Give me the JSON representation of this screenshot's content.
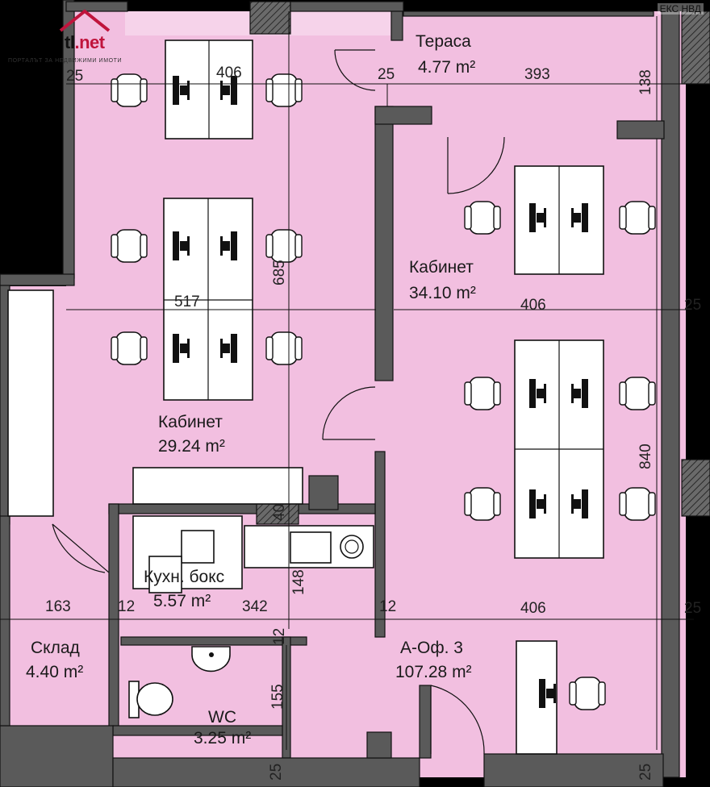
{
  "header": {
    "brand_prefix": "tl",
    "brand_suffix": ".net",
    "brand_tagline": "ПОРТАЛЪТ ЗА НЕДВИЖИМИ ИМОТИ",
    "corner_code": "ЕКС НВД"
  },
  "rooms": {
    "terrace": {
      "name": "Тераса",
      "area": "4.77 m²"
    },
    "office_right": {
      "name": "Кабинет",
      "area": "34.10 m²"
    },
    "office_left": {
      "name": "Кабинет",
      "area": "29.24 m²"
    },
    "kitchen": {
      "name": "Кухн. бокс",
      "area": "5.57 m²"
    },
    "storage": {
      "name": "Склад",
      "area": "4.40 m²"
    },
    "wc": {
      "name": "WC",
      "area": "3.25 m²"
    },
    "unit": {
      "name": "А-Оф. 3",
      "area": "107.28 m²"
    }
  },
  "dimensions": {
    "d25_tl": "25",
    "d406_top": "406",
    "d25_terrace": "25",
    "d393": "393",
    "d138": "138",
    "d685": "685",
    "d517": "517",
    "d406_mid": "406",
    "d25_right_mid": "25",
    "d840": "840",
    "d40": "40",
    "d163": "163",
    "d12_a": "12",
    "d342": "342",
    "d148": "148",
    "d12_b": "12",
    "d406_low": "406",
    "d25_right_low": "25",
    "d155": "155",
    "d25_bottom_a": "25",
    "d25_bottom_b": "25",
    "d12_c": "12"
  },
  "colors": {
    "floor": "#f2bfe0",
    "wall": "#5a5a5a",
    "background": "#000000"
  }
}
